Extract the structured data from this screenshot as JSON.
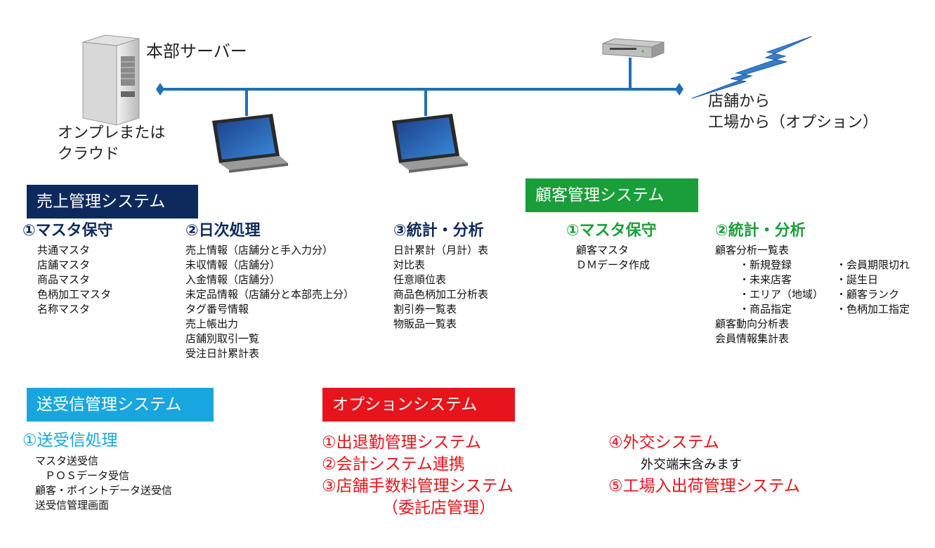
{
  "network": {
    "server_label": "本部サーバー",
    "server_location": [
      "オンプレまたは",
      "クラウド"
    ],
    "remote_label": [
      "店舗から",
      "工場から（オプション）"
    ]
  },
  "sales": {
    "title": "売上管理システム",
    "master": {
      "heading": "①マスタ保守",
      "items": [
        "共通マスタ",
        "店舗マスタ",
        "商品マスタ",
        "色柄加工マスタ",
        "名称マスタ"
      ]
    },
    "daily": {
      "heading": "②日次処理",
      "items": [
        "売上情報（店舗分と手入力分）",
        "未収情報（店舗分）",
        "入金情報（店舗分）",
        "未定品情報（店舗分と本部売上分）",
        "タグ番号情報",
        "売上帳出力",
        "店舗別取引一覧",
        "受注日計累計表"
      ]
    },
    "stats": {
      "heading": "③統計・分析",
      "items": [
        "日計累計（月計）表",
        "対比表",
        "任意順位表",
        "商品色柄加工分析表",
        "割引券一覧表",
        "物販品一覧表"
      ]
    }
  },
  "customer": {
    "title": "顧客管理システム",
    "master": {
      "heading": "①マスタ保守",
      "items": [
        "顧客マスタ",
        "ＤＭデータ作成"
      ]
    },
    "stats": {
      "heading": "②統計・分析",
      "items": [
        "顧客分析一覧表"
      ],
      "sub_left": [
        "・新規登録",
        "・未来店客",
        "・エリア（地域）",
        "・商品指定"
      ],
      "sub_right": [
        "・会員期限切れ",
        "・誕生日",
        "・顧客ランク",
        "・色柄加工指定"
      ],
      "items_after": [
        "顧客動向分析表",
        "会員情報集計表"
      ]
    }
  },
  "transmit": {
    "title": "送受信管理システム",
    "process": {
      "heading": "①送受信処理",
      "items": [
        "マスタ送受信",
        "ＰＯＳデータ受信",
        "顧客・ポイントデータ送受信",
        "送受信管理画面"
      ]
    }
  },
  "option": {
    "title": "オプションシステム",
    "left_items": [
      "①出退勤管理システム",
      "②会計システム連携",
      "③店舗手数料管理システム",
      "（委託店管理）"
    ],
    "item4": "④外交システム",
    "item4_note": "外交端末含みます",
    "item5": "⑤工場入出荷管理システム"
  },
  "colors": {
    "sales": "#0e2a5c",
    "customer": "#1a9e3a",
    "transmit": "#19a6de",
    "option": "#e8141b",
    "network_line": "#1f6fb5"
  }
}
